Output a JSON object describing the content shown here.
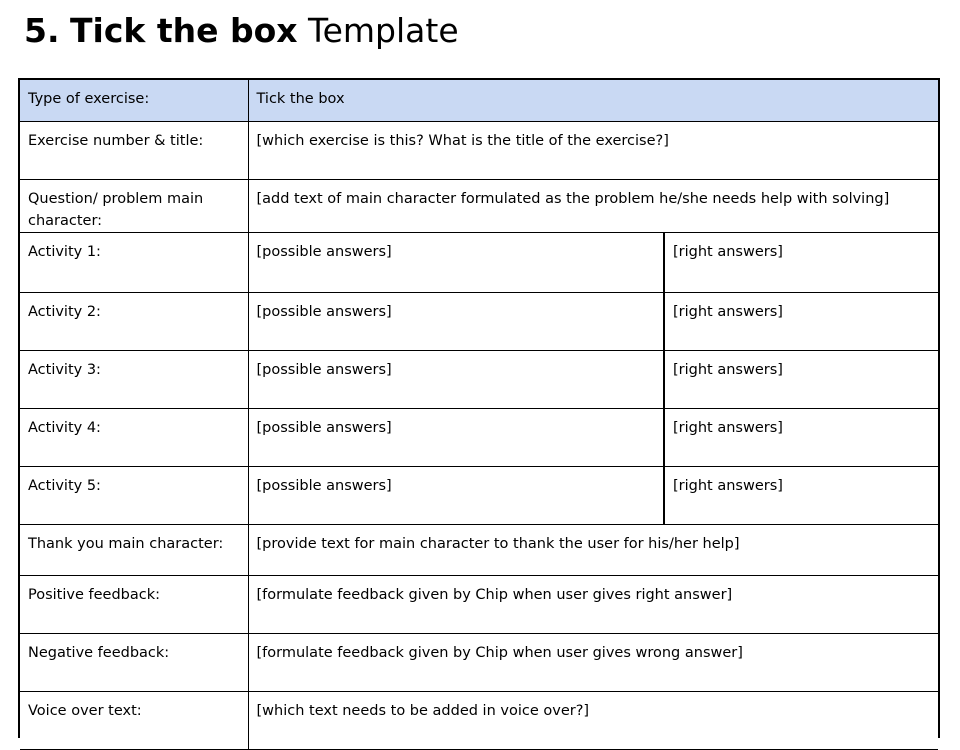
{
  "page": {
    "title_number": "5.",
    "title_bold": "Tick the box",
    "title_rest": "Template"
  },
  "table": {
    "header": {
      "label": "Type of exercise:",
      "value": "Tick the box"
    },
    "exercise": {
      "label": "Exercise number & title:",
      "value": "[which exercise is this? What is the title of the exercise?]"
    },
    "question": {
      "label": "Question/ problem main character:",
      "value": "[add text of main character formulated as the problem he/she needs help with solving]"
    },
    "activities": [
      {
        "label": "Activity 1:",
        "possible": "[possible answers]",
        "right": "[right answers]"
      },
      {
        "label": "Activity 2:",
        "possible": "[possible answers]",
        "right": "[right answers]"
      },
      {
        "label": "Activity 3:",
        "possible": "[possible answers]",
        "right": "[right answers]"
      },
      {
        "label": "Activity 4:",
        "possible": "[possible answers]",
        "right": "[right answers]"
      },
      {
        "label": "Activity 5:",
        "possible": "[possible answers]",
        "right": "[right answers]"
      }
    ],
    "thank_you": {
      "label": "Thank you main character:",
      "value": "[provide text for main character to thank the user for his/her help]"
    },
    "positive": {
      "label": "Positive feedback:",
      "value": "[formulate feedback given by Chip when user gives right answer]"
    },
    "negative": {
      "label": "Negative feedback:",
      "value": "[formulate feedback given by Chip when user gives wrong answer]"
    },
    "voice_over": {
      "label": "Voice over text:",
      "value": "[which text needs to be added in voice over?]"
    }
  },
  "colors": {
    "header_fill": "#c9d9f3",
    "border": "#000000"
  }
}
